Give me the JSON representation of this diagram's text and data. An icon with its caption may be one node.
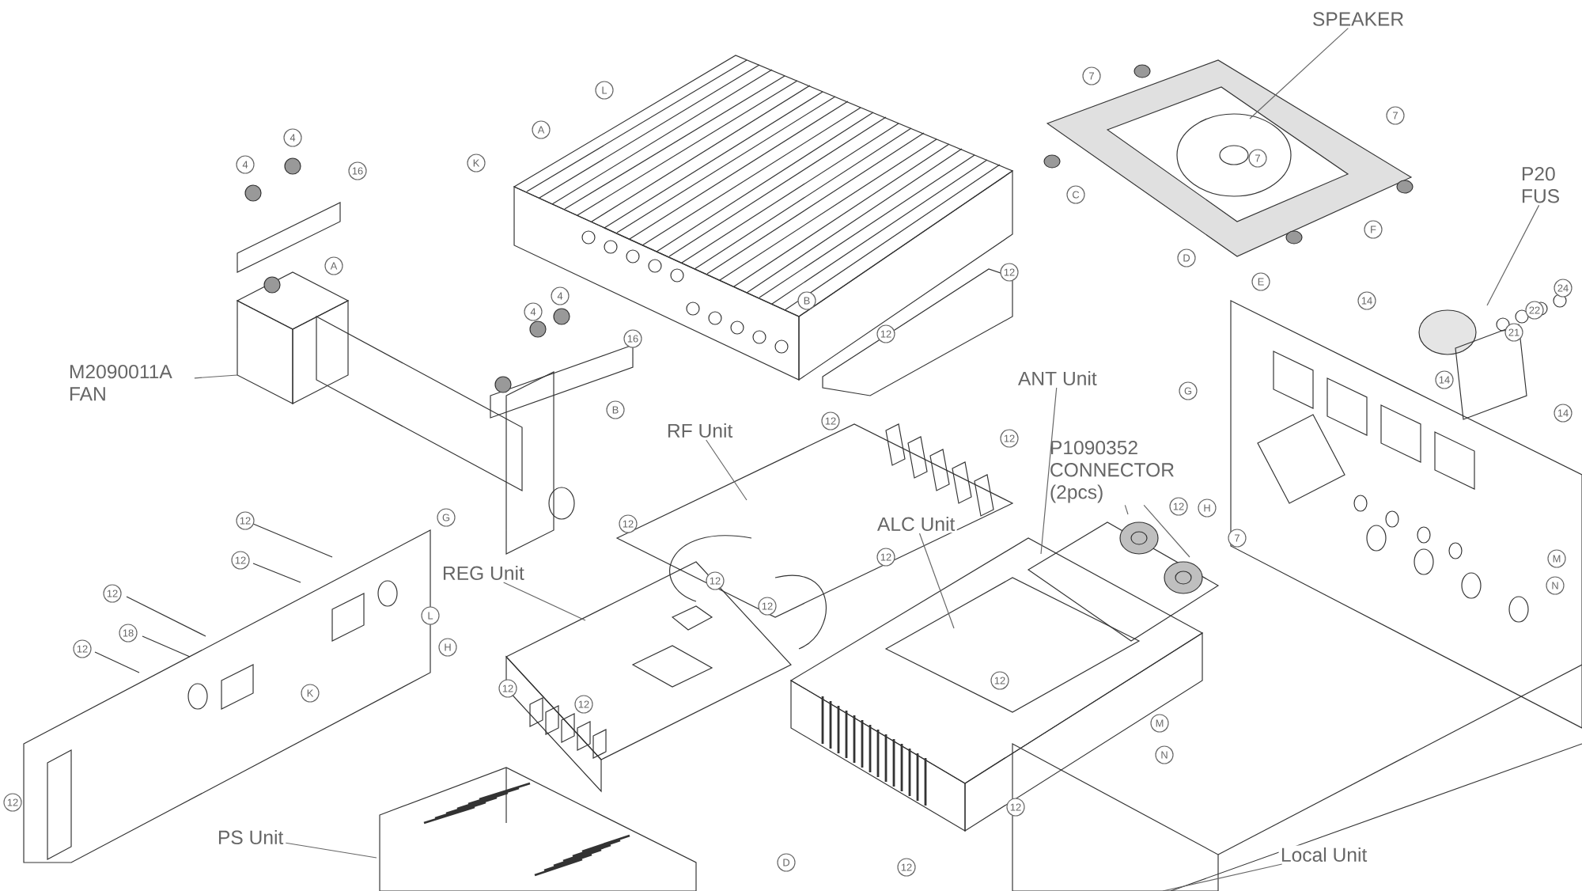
{
  "diagram": {
    "nodes": [
      {
        "text": [
          "M2090011A FAN"
        ]
      },
      {
        "text": [
          "RF Unit"
        ]
      },
      {
        "text": [
          "ANT Unit"
        ]
      },
      {
        "text": [
          "P1090352 CONNECTOR (2pcs)"
        ]
      },
      {
        "text": [
          "ALC Unit"
        ]
      },
      {
        "text": [
          "REG Unit"
        ]
      },
      {
        "text": [
          "PS Unit"
        ]
      },
      {
        "text": [
          "Local Unit"
        ]
      },
      {
        "text": [
          "SPEAKER"
        ]
      },
      {
        "text": [
          "P20 FUS"
        ]
      }
    ],
    "edges": [
      {
        "from": 0,
        "to": null,
        "arrow": "none"
      },
      {
        "from": 1,
        "to": null,
        "arrow": "none"
      },
      {
        "from": 2,
        "to": null,
        "arrow": "none"
      },
      {
        "from": 3,
        "to": null,
        "arrow": "none"
      },
      {
        "from": 3,
        "to": null,
        "arrow": "none"
      },
      {
        "from": 4,
        "to": null,
        "arrow": "none"
      },
      {
        "from": 5,
        "to": null,
        "arrow": "none"
      },
      {
        "from": 6,
        "to": null,
        "arrow": "none"
      },
      {
        "from": 7,
        "to": null,
        "arrow": "none"
      },
      {
        "from": 8,
        "to": null,
        "arrow": "none"
      },
      {
        "from": 9,
        "to": null,
        "arrow": "none"
      }
    ],
    "labels": [
      "7",
      "L",
      "7",
      "A",
      "4",
      "7",
      "K",
      "4",
      "16",
      "C",
      "F",
      "D",
      "A",
      "12",
      "E",
      "4",
      "B",
      "14",
      "24",
      "22",
      "4",
      "21",
      "12",
      "16",
      "14",
      "G",
      "B",
      "14",
      "12",
      "12",
      "G",
      "12",
      "12",
      "12",
      "H",
      "7",
      "12",
      "M",
      "12",
      "12",
      "N",
      "12",
      "12",
      "L",
      "18",
      "H",
      "12",
      "12",
      "12",
      "K",
      "12",
      "M",
      "N",
      "12",
      "12",
      "D",
      "12"
    ]
  }
}
